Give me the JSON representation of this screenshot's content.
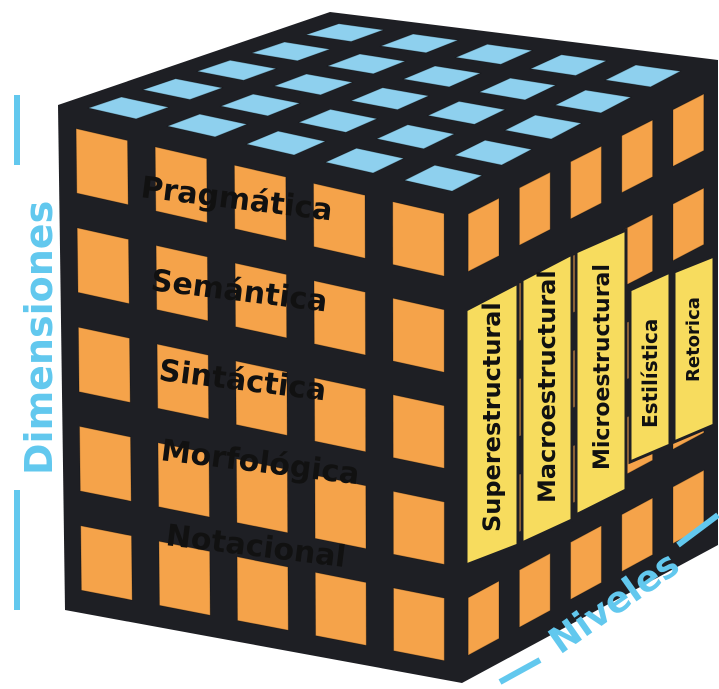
{
  "axes": {
    "dimensions_title": "Dimensiones",
    "levels_title": "Niveles"
  },
  "dimensions": [
    "Pragmática",
    "Semántica",
    "Sintáctica",
    "Morfológica",
    "Notacional"
  ],
  "levels": [
    "Superestructural",
    "Macroestructural",
    "Microestructural",
    "Estilística",
    "Retorica"
  ],
  "colors": {
    "front_face": "#f5a34a",
    "top_face": "#8ed0ee",
    "right_face": "#f5a34a",
    "level_strip": "#f7dc5e",
    "frame": "#1e1f24",
    "axis": "#62c8ee",
    "text": "#111111"
  }
}
